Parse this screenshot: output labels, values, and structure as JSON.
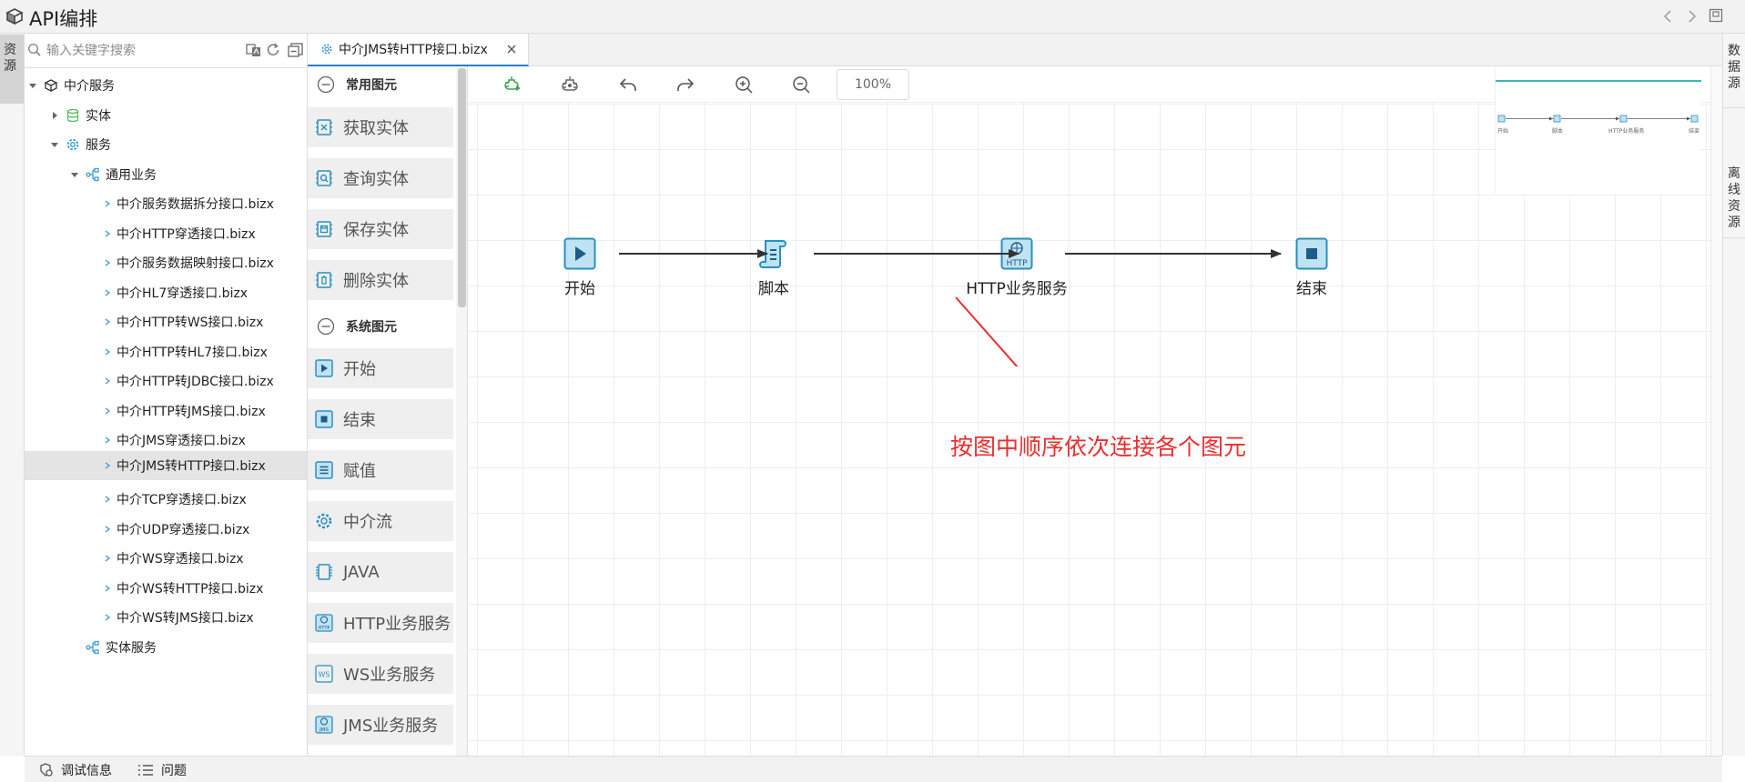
{
  "window": {
    "title": "API编排"
  },
  "left_strip": {
    "tab_label": "资源"
  },
  "right_strip": {
    "tabs": [
      {
        "label": "数据源"
      },
      {
        "label": "离线资源"
      }
    ]
  },
  "search": {
    "placeholder": "输入关键字搜索"
  },
  "tree": {
    "items": [
      {
        "label": "中介服务"
      },
      {
        "label": "实体"
      },
      {
        "label": "服务"
      },
      {
        "label": "通用业务"
      },
      {
        "label": "中介服务数据拆分接口.bizx"
      },
      {
        "label": "中介HTTP穿透接口.bizx"
      },
      {
        "label": "中介服务数据映射接口.bizx"
      },
      {
        "label": "中介HL7穿透接口.bizx"
      },
      {
        "label": "中介HTTP转WS接口.bizx"
      },
      {
        "label": "中介HTTP转HL7接口.bizx"
      },
      {
        "label": "中介HTTP转JDBC接口.bizx"
      },
      {
        "label": "中介HTTP转JMS接口.bizx"
      },
      {
        "label": "中介JMS穿透接口.bizx"
      },
      {
        "label": "中介JMS转HTTP接口.bizx"
      },
      {
        "label": "中介TCP穿透接口.bizx"
      },
      {
        "label": "中介UDP穿透接口.bizx"
      },
      {
        "label": "中介WS穿透接口.bizx"
      },
      {
        "label": "中介WS转HTTP接口.bizx"
      },
      {
        "label": "中介WS转JMS接口.bizx"
      },
      {
        "label": "实体服务"
      }
    ]
  },
  "bottom_bar": {
    "debug_label": "调试信息",
    "problems_label": "问题"
  },
  "editor": {
    "active_tab": "中介JMS转HTTP接口.bizx"
  },
  "palette": {
    "section_common": "常用图元",
    "common_items": [
      {
        "label": "获取实体"
      },
      {
        "label": "查询实体"
      },
      {
        "label": "保存实体"
      },
      {
        "label": "删除实体"
      }
    ],
    "section_system": "系统图元",
    "system_items": [
      {
        "label": "开始"
      },
      {
        "label": "结束"
      },
      {
        "label": "赋值"
      },
      {
        "label": "中介流"
      },
      {
        "label": "JAVA"
      },
      {
        "label": "HTTP业务服务"
      },
      {
        "label": "WS业务服务"
      },
      {
        "label": "JMS业务服务"
      }
    ],
    "icon_text": {
      "http": "HTTP",
      "ws": "WS",
      "jms": "JMS"
    }
  },
  "toolbar": {
    "zoom": "100%"
  },
  "flow": {
    "nodes": [
      {
        "label": "开始"
      },
      {
        "label": "脚本"
      },
      {
        "label": "HTTP业务服务",
        "icon_text": "HTTP"
      },
      {
        "label": "结束"
      }
    ]
  },
  "minimap": {
    "labels": [
      "开始",
      "脚本",
      "HTTP业务服务",
      "结束"
    ]
  },
  "annotation": {
    "text": "按图中顺序依次连接各个图元",
    "color": "#ea2e2e"
  },
  "colors": {
    "accent": "#2b7cd3",
    "node_fill": "#bfe3f3",
    "node_stroke": "#2b8fc2",
    "minimap_bar": "#3db8b0"
  }
}
